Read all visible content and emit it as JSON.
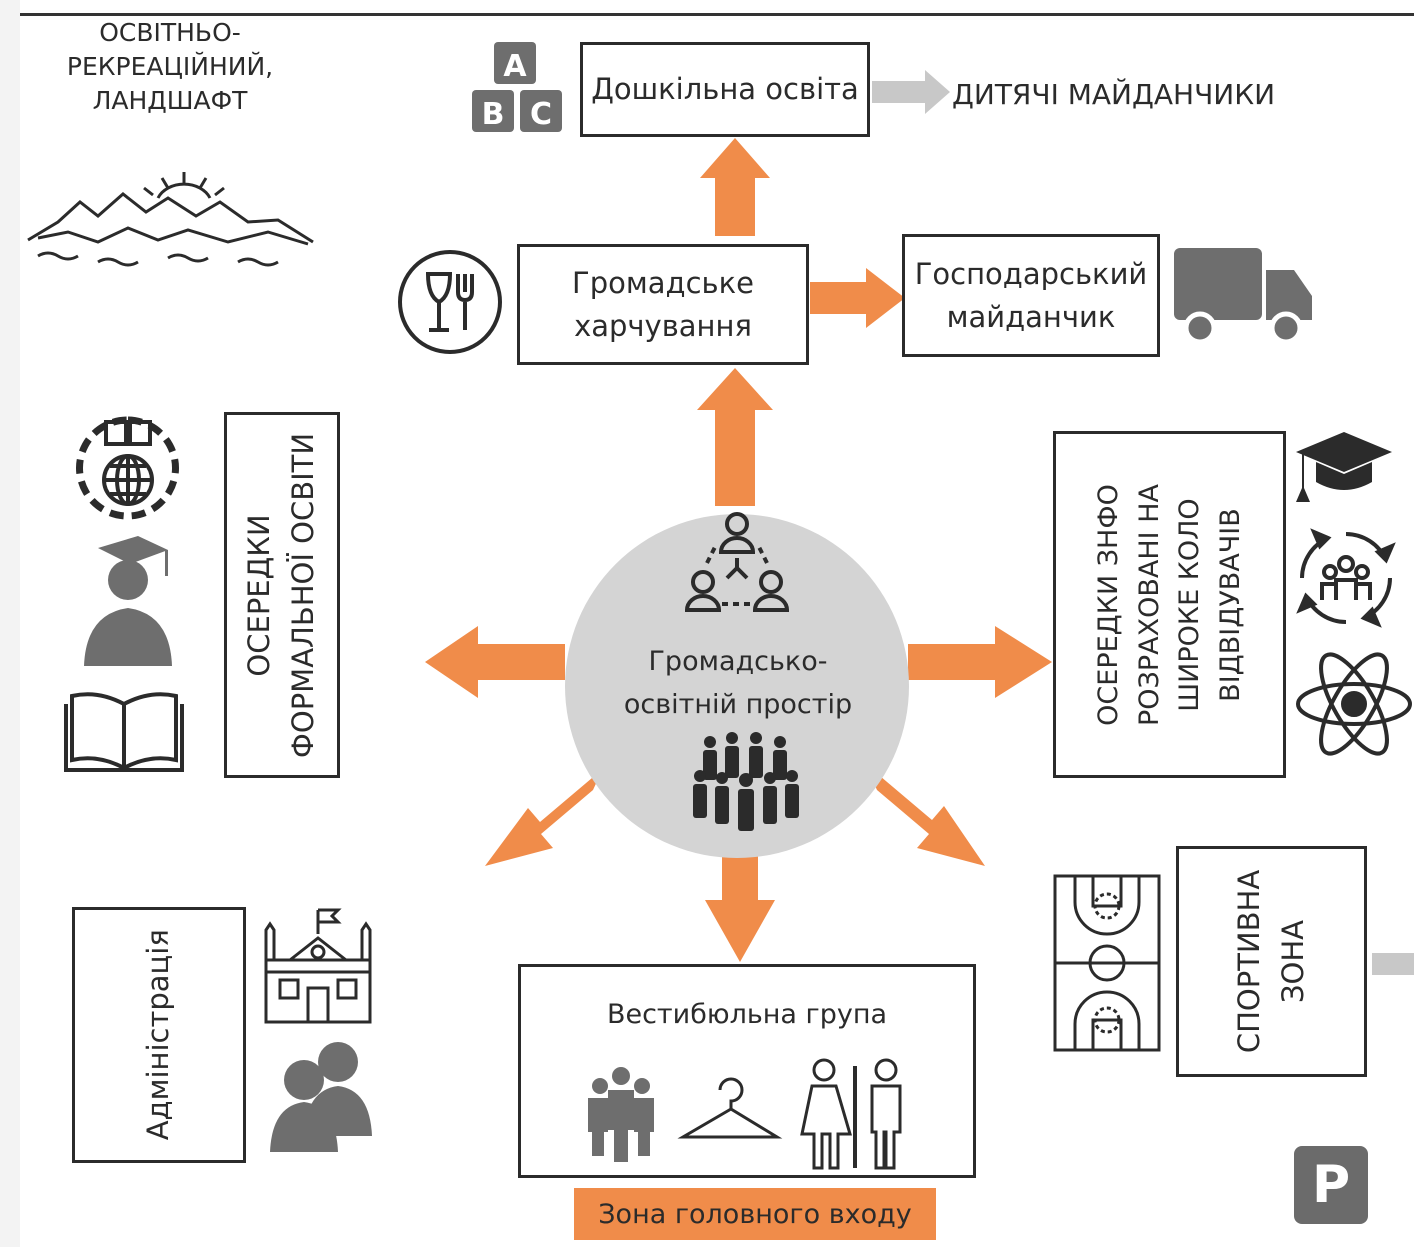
{
  "colors": {
    "arrow": "#f08c4a",
    "hub": "#d4d4d4",
    "gray_arrow": "#c8c8c8",
    "icon_gray": "#6e6e6e",
    "outline": "#2b2b2b",
    "entrance": "#f08c4a"
  },
  "hub": {
    "label": "Громадсько-освітній простір",
    "line1": "Громадсько-",
    "line2": "освітній простір"
  },
  "recreation": {
    "line1": "ОСВІТНЬО-",
    "line2": "РЕКРЕАЦІЙНИЙ,",
    "line3": "ЛАНДШАФТ"
  },
  "preschool": {
    "label": "Дошкільна освіта"
  },
  "playgrounds": {
    "label": "ДИТЯЧІ МАЙДАНЧИКИ"
  },
  "catering": {
    "line1": "Громадське",
    "line2": "харчування"
  },
  "utility": {
    "line1": "Господарський",
    "line2": "майданчик"
  },
  "formal_education": {
    "line1": "ОСЕРЕДКИ",
    "line2": "ФОРМАЛЬНОЇ ОСВІТИ"
  },
  "nonformal": {
    "line1": "ОСЕРЕДКИ ЗНФО",
    "line2": "РОЗРАХОВАНІ НА",
    "line3": "ШИРОКЕ КОЛО",
    "line4": "ВІДВІДУВАЧІВ"
  },
  "sports": {
    "line1": "СПОРТИВНА",
    "line2": "ЗОНА"
  },
  "administration": {
    "label": "Адміністрація"
  },
  "vestibule": {
    "label": "Вестибюльна група"
  },
  "entrance": {
    "label": "Зона головного входу"
  },
  "parking": {
    "label": "P"
  },
  "abc_block": {
    "a": "A",
    "b": "B",
    "c": "C"
  },
  "icons": [
    "abc-blocks-icon",
    "mountains-sun-icon",
    "cutlery-icon",
    "truck-icon",
    "book-globe-icon",
    "graduate-icon",
    "open-book-icon",
    "mortarboard-icon",
    "community-cycle-icon",
    "atom-icon",
    "basketball-court-icon",
    "school-building-icon",
    "people-group-icon",
    "network-people-icon",
    "crowd-icon",
    "visitors-icon",
    "hanger-icon",
    "restroom-icon",
    "parking-icon"
  ]
}
